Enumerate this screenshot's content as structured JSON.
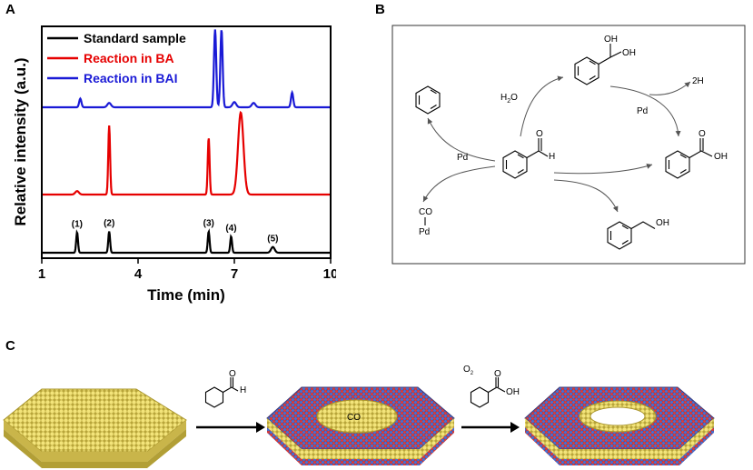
{
  "figure": {
    "panel_a_label": "A",
    "panel_b_label": "B",
    "panel_c_label": "C"
  },
  "chart_data": {
    "type": "line",
    "title": "",
    "xlabel": "Time (min)",
    "ylabel": "Relative intensity (a.u.)",
    "xlim": [
      1,
      10
    ],
    "xticks": [
      "1",
      "4",
      "7",
      "10"
    ],
    "legend_position": "top-left",
    "series": [
      {
        "name": "Standard sample",
        "color": "#000000",
        "peaks": [
          {
            "label": "(1)",
            "x": 2.1,
            "height": 0.25
          },
          {
            "label": "(2)",
            "x": 3.1,
            "height": 0.26
          },
          {
            "label": "(3)",
            "x": 6.2,
            "height": 0.26
          },
          {
            "label": "(4)",
            "x": 6.9,
            "height": 0.2
          },
          {
            "label": "(5)",
            "x": 8.2,
            "height": 0.07
          }
        ]
      },
      {
        "name": "Reaction in BA",
        "color": "#e60000",
        "peaks": [
          {
            "x": 2.1,
            "height": 0.04
          },
          {
            "x": 3.1,
            "height": 0.8
          },
          {
            "x": 6.2,
            "height": 0.66
          },
          {
            "x": 7.2,
            "height": 0.95
          }
        ]
      },
      {
        "name": "Reaction in BAI",
        "color": "#1a1ad6",
        "peaks": [
          {
            "x": 2.2,
            "height": 0.1
          },
          {
            "x": 3.1,
            "height": 0.05
          },
          {
            "x": 6.4,
            "height": 0.9
          },
          {
            "x": 6.6,
            "height": 0.9
          },
          {
            "x": 7.0,
            "height": 0.06
          },
          {
            "x": 7.6,
            "height": 0.05
          },
          {
            "x": 8.8,
            "height": 0.17
          }
        ]
      }
    ]
  },
  "scheme_b": {
    "water": "H2O",
    "water_sub": "2",
    "hydrogen": "2H",
    "pd_top": "Pd",
    "pd_left": "Pd",
    "co": "CO",
    "pd_bound": "Pd",
    "aldehyde_h": "H",
    "aldehyde_o": "O",
    "diol_oh1": "OH",
    "diol_oh2": "OH",
    "acid_o": "O",
    "acid_oh": "OH",
    "alcohol_oh": "OH"
  },
  "panel_c": {
    "co_label": "CO",
    "o2_label": "O",
    "o2_sub": "2",
    "ald_o": "O",
    "ald_h": "H",
    "acid_o": "O",
    "acid_oh": "OH"
  }
}
